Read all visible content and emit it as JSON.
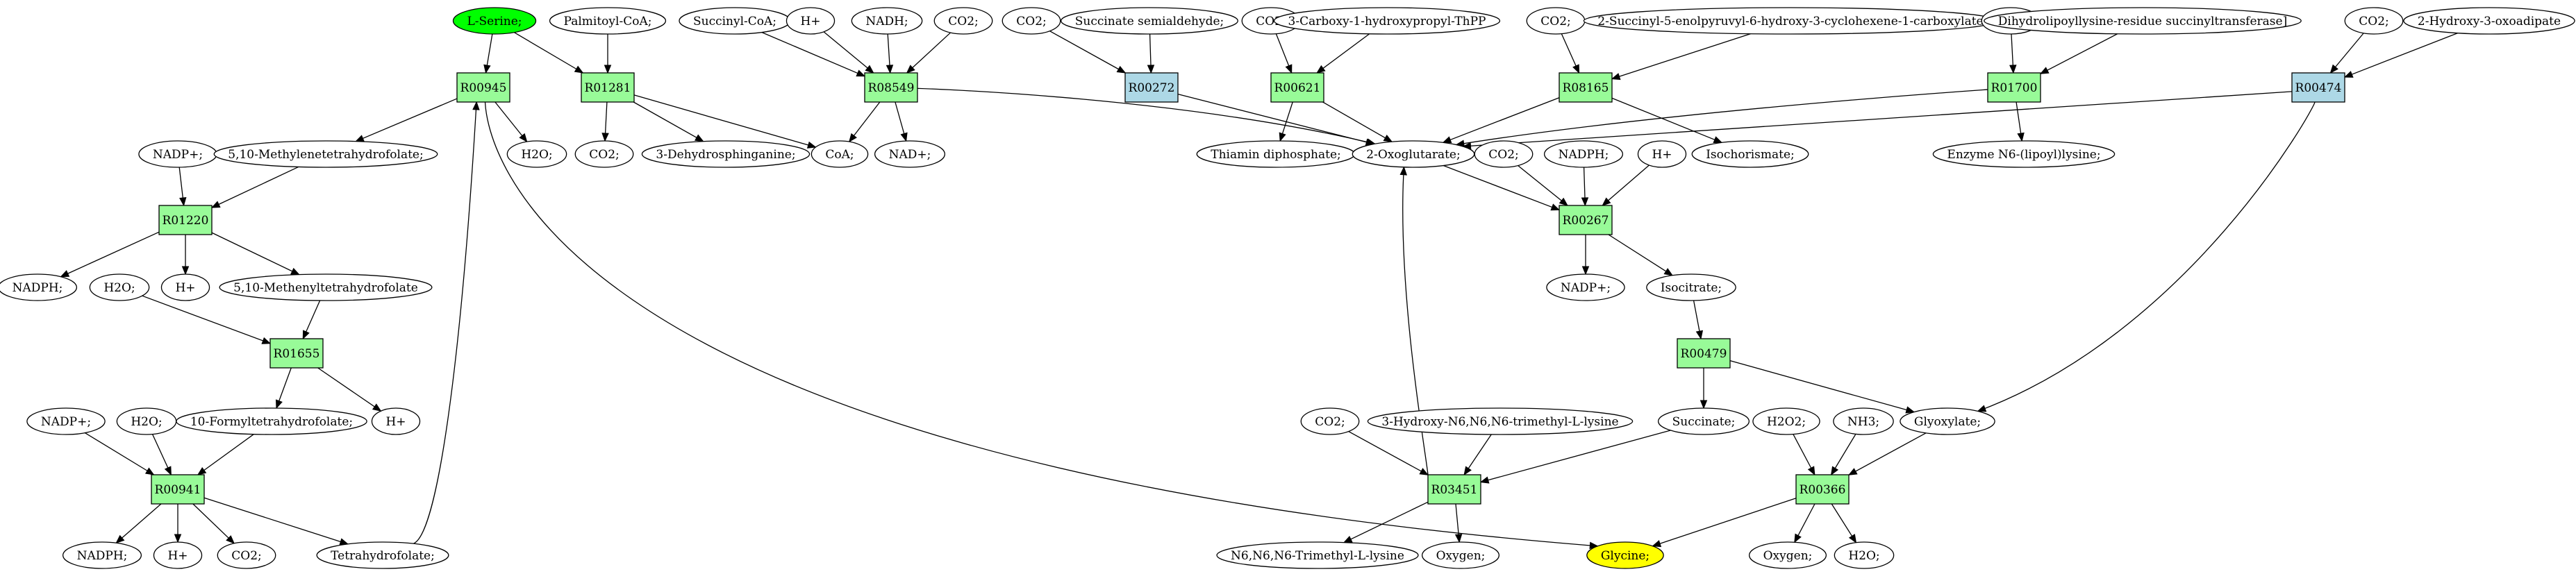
{
  "colors": {
    "reaction": "#98fb98",
    "reaction_alt": "#add8e6",
    "source": "#00ff00",
    "target": "#ffff00",
    "compound": "#ffffff"
  },
  "nodes": [
    {
      "id": "serine",
      "label": "L-Serine;",
      "kind": "ellipse",
      "fill": "source"
    },
    {
      "id": "palmitoyl",
      "label": "Palmitoyl-CoA;",
      "kind": "ellipse",
      "fill": "compound"
    },
    {
      "id": "succinyl_coa",
      "label": "Succinyl-CoA;",
      "kind": "ellipse",
      "fill": "compound"
    },
    {
      "id": "hplus_top",
      "label": "H+",
      "kind": "ellipse",
      "fill": "compound"
    },
    {
      "id": "nadh_top",
      "label": "NADH;",
      "kind": "ellipse",
      "fill": "compound"
    },
    {
      "id": "co2_a",
      "label": "CO2;",
      "kind": "ellipse",
      "fill": "compound"
    },
    {
      "id": "co2_b",
      "label": "CO2;",
      "kind": "ellipse",
      "fill": "compound"
    },
    {
      "id": "succ_semi",
      "label": "Succinate semialdehyde;",
      "kind": "ellipse",
      "fill": "compound"
    },
    {
      "id": "co2_c",
      "label": "CO2;",
      "kind": "ellipse",
      "fill": "compound"
    },
    {
      "id": "carboxy_thpp",
      "label": "3-Carboxy-1-hydroxypropyl-ThPP",
      "kind": "ellipse",
      "fill": "compound"
    },
    {
      "id": "co2_d",
      "label": "CO2;",
      "kind": "ellipse",
      "fill": "compound"
    },
    {
      "id": "succinyl_enol",
      "label": "2-Succinyl-5-enolpyruvyl-6-hydroxy-3-cyclohexene-1-carboxylate",
      "kind": "ellipse",
      "fill": "compound"
    },
    {
      "id": "co2_e",
      "label": "CO2;",
      "kind": "ellipse",
      "fill": "compound"
    },
    {
      "id": "dihydrolipoyl",
      "label": "Dihydrolipoyllysine-residue succinyltransferase]",
      "kind": "ellipse",
      "fill": "compound"
    },
    {
      "id": "co2_f",
      "label": "CO2;",
      "kind": "ellipse",
      "fill": "compound"
    },
    {
      "id": "hydroxy_oxoadipate",
      "label": "2-Hydroxy-3-oxoadipate",
      "kind": "ellipse",
      "fill": "compound"
    },
    {
      "id": "R00945",
      "label": "R00945",
      "kind": "box",
      "fill": "reaction"
    },
    {
      "id": "R01281",
      "label": "R01281",
      "kind": "box",
      "fill": "reaction"
    },
    {
      "id": "R08549",
      "label": "R08549",
      "kind": "box",
      "fill": "reaction"
    },
    {
      "id": "R00272",
      "label": "R00272",
      "kind": "box",
      "fill": "reaction_alt"
    },
    {
      "id": "R00621",
      "label": "R00621",
      "kind": "box",
      "fill": "reaction"
    },
    {
      "id": "R08165",
      "label": "R08165",
      "kind": "box",
      "fill": "reaction"
    },
    {
      "id": "R01700",
      "label": "R01700",
      "kind": "box",
      "fill": "reaction"
    },
    {
      "id": "R00474",
      "label": "R00474",
      "kind": "box",
      "fill": "reaction_alt"
    },
    {
      "id": "nadp_1",
      "label": "NADP+;",
      "kind": "ellipse",
      "fill": "compound"
    },
    {
      "id": "methylene_thf",
      "label": "5,10-Methylenetetrahydrofolate;",
      "kind": "ellipse",
      "fill": "compound"
    },
    {
      "id": "h2o_1",
      "label": "H2O;",
      "kind": "ellipse",
      "fill": "compound"
    },
    {
      "id": "co2_g",
      "label": "CO2;",
      "kind": "ellipse",
      "fill": "compound"
    },
    {
      "id": "dehydrosphinganine",
      "label": "3-Dehydrosphinganine;",
      "kind": "ellipse",
      "fill": "compound"
    },
    {
      "id": "coa",
      "label": "CoA;",
      "kind": "ellipse",
      "fill": "compound"
    },
    {
      "id": "nadplus_top",
      "label": "NAD+;",
      "kind": "ellipse",
      "fill": "compound"
    },
    {
      "id": "thiamin",
      "label": "Thiamin diphosphate;",
      "kind": "ellipse",
      "fill": "compound"
    },
    {
      "id": "oxoglutarate",
      "label": "2-Oxoglutarate;",
      "kind": "ellipse",
      "fill": "compound"
    },
    {
      "id": "co2_h",
      "label": "CO2;",
      "kind": "ellipse",
      "fill": "compound"
    },
    {
      "id": "nadph_mid",
      "label": "NADPH;",
      "kind": "ellipse",
      "fill": "compound"
    },
    {
      "id": "hplus_mid",
      "label": "H+",
      "kind": "ellipse",
      "fill": "compound"
    },
    {
      "id": "isochorismate",
      "label": "Isochorismate;",
      "kind": "ellipse",
      "fill": "compound"
    },
    {
      "id": "enzyme_lipoyl",
      "label": "Enzyme N6-(lipoyl)lysine;",
      "kind": "ellipse",
      "fill": "compound"
    },
    {
      "id": "R01220",
      "label": "R01220",
      "kind": "box",
      "fill": "reaction"
    },
    {
      "id": "R00267",
      "label": "R00267",
      "kind": "box",
      "fill": "reaction"
    },
    {
      "id": "nadph_2",
      "label": "NADPH;",
      "kind": "ellipse",
      "fill": "compound"
    },
    {
      "id": "hplus_2",
      "label": "H+",
      "kind": "ellipse",
      "fill": "compound"
    },
    {
      "id": "methenyl_thf",
      "label": "5,10-Methenyltetrahydrofolate",
      "kind": "ellipse",
      "fill": "compound"
    },
    {
      "id": "h2o_2",
      "label": "H2O;",
      "kind": "ellipse",
      "fill": "compound"
    },
    {
      "id": "nadp_2",
      "label": "NADP+;",
      "kind": "ellipse",
      "fill": "compound"
    },
    {
      "id": "isocitrate",
      "label": "Isocitrate;",
      "kind": "ellipse",
      "fill": "compound"
    },
    {
      "id": "R01655",
      "label": "R01655",
      "kind": "box",
      "fill": "reaction"
    },
    {
      "id": "R00479",
      "label": "R00479",
      "kind": "box",
      "fill": "reaction"
    },
    {
      "id": "nadp_3",
      "label": "NADP+;",
      "kind": "ellipse",
      "fill": "compound"
    },
    {
      "id": "h2o_3",
      "label": "H2O;",
      "kind": "ellipse",
      "fill": "compound"
    },
    {
      "id": "formyl_thf",
      "label": "10-Formyltetrahydrofolate;",
      "kind": "ellipse",
      "fill": "compound"
    },
    {
      "id": "hplus_3",
      "label": "H+",
      "kind": "ellipse",
      "fill": "compound"
    },
    {
      "id": "co2_i",
      "label": "CO2;",
      "kind": "ellipse",
      "fill": "compound"
    },
    {
      "id": "hydroxy_trimethyl",
      "label": "3-Hydroxy-N6,N6,N6-trimethyl-L-lysine",
      "kind": "ellipse",
      "fill": "compound"
    },
    {
      "id": "succinate",
      "label": "Succinate;",
      "kind": "ellipse",
      "fill": "compound"
    },
    {
      "id": "h2o2",
      "label": "H2O2;",
      "kind": "ellipse",
      "fill": "compound"
    },
    {
      "id": "nh3",
      "label": "NH3;",
      "kind": "ellipse",
      "fill": "compound"
    },
    {
      "id": "glyoxylate",
      "label": "Glyoxylate;",
      "kind": "ellipse",
      "fill": "compound"
    },
    {
      "id": "R00941",
      "label": "R00941",
      "kind": "box",
      "fill": "reaction"
    },
    {
      "id": "R03451",
      "label": "R03451",
      "kind": "box",
      "fill": "reaction"
    },
    {
      "id": "R00366",
      "label": "R00366",
      "kind": "box",
      "fill": "reaction"
    },
    {
      "id": "nadph_4",
      "label": "NADPH;",
      "kind": "ellipse",
      "fill": "compound"
    },
    {
      "id": "hplus_4",
      "label": "H+",
      "kind": "ellipse",
      "fill": "compound"
    },
    {
      "id": "co2_j",
      "label": "CO2;",
      "kind": "ellipse",
      "fill": "compound"
    },
    {
      "id": "thf",
      "label": "Tetrahydrofolate;",
      "kind": "ellipse",
      "fill": "compound"
    },
    {
      "id": "trimethyl_lysine",
      "label": "N6,N6,N6-Trimethyl-L-lysine",
      "kind": "ellipse",
      "fill": "compound"
    },
    {
      "id": "oxygen_1",
      "label": "Oxygen;",
      "kind": "ellipse",
      "fill": "compound"
    },
    {
      "id": "glycine",
      "label": "Glycine;",
      "kind": "ellipse",
      "fill": "target"
    },
    {
      "id": "oxygen_2",
      "label": "Oxygen;",
      "kind": "ellipse",
      "fill": "compound"
    },
    {
      "id": "h2o_4",
      "label": "H2O;",
      "kind": "ellipse",
      "fill": "compound"
    }
  ],
  "edges": [
    [
      "serine",
      "R00945"
    ],
    [
      "serine",
      "R01281"
    ],
    [
      "palmitoyl",
      "R01281"
    ],
    [
      "succinyl_coa",
      "R08549"
    ],
    [
      "hplus_top",
      "R08549"
    ],
    [
      "nadh_top",
      "R08549"
    ],
    [
      "co2_a",
      "R08549"
    ],
    [
      "succ_semi",
      "R00272"
    ],
    [
      "co2_b",
      "R00272"
    ],
    [
      "co2_c",
      "R00621"
    ],
    [
      "carboxy_thpp",
      "R00621"
    ],
    [
      "co2_d",
      "R08165"
    ],
    [
      "succinyl_enol",
      "R08165"
    ],
    [
      "co2_e",
      "R01700"
    ],
    [
      "dihydrolipoyl",
      "R01700"
    ],
    [
      "co2_f",
      "R00474"
    ],
    [
      "hydroxy_oxoadipate",
      "R00474"
    ],
    [
      "R00945",
      "methylene_thf"
    ],
    [
      "R00945",
      "h2o_1"
    ],
    [
      "R00945",
      "glycine"
    ],
    [
      "R01281",
      "co2_g"
    ],
    [
      "R01281",
      "dehydrosphinganine"
    ],
    [
      "R01281",
      "coa"
    ],
    [
      "R08549",
      "coa"
    ],
    [
      "R08549",
      "nadplus_top"
    ],
    [
      "R08549",
      "oxoglutarate"
    ],
    [
      "R00272",
      "oxoglutarate"
    ],
    [
      "R00621",
      "thiamin"
    ],
    [
      "R00621",
      "oxoglutarate"
    ],
    [
      "R08165",
      "oxoglutarate"
    ],
    [
      "R08165",
      "isochorismate"
    ],
    [
      "R01700",
      "oxoglutarate"
    ],
    [
      "R01700",
      "enzyme_lipoyl"
    ],
    [
      "R00474",
      "oxoglutarate"
    ],
    [
      "R00474",
      "glyoxylate"
    ],
    [
      "nadp_1",
      "R01220"
    ],
    [
      "methylene_thf",
      "R01220"
    ],
    [
      "R01220",
      "nadph_2"
    ],
    [
      "R01220",
      "hplus_2"
    ],
    [
      "R01220",
      "methenyl_thf"
    ],
    [
      "oxoglutarate",
      "R00267"
    ],
    [
      "co2_h",
      "R00267"
    ],
    [
      "nadph_mid",
      "R00267"
    ],
    [
      "hplus_mid",
      "R00267"
    ],
    [
      "R00267",
      "nadp_2"
    ],
    [
      "R00267",
      "isocitrate"
    ],
    [
      "h2o_2",
      "R01655"
    ],
    [
      "methenyl_thf",
      "R01655"
    ],
    [
      "R01655",
      "formyl_thf"
    ],
    [
      "R01655",
      "hplus_3"
    ],
    [
      "isocitrate",
      "R00479"
    ],
    [
      "R00479",
      "succinate"
    ],
    [
      "R00479",
      "glyoxylate"
    ],
    [
      "nadp_3",
      "R00941"
    ],
    [
      "h2o_3",
      "R00941"
    ],
    [
      "formyl_thf",
      "R00941"
    ],
    [
      "R00941",
      "nadph_4"
    ],
    [
      "R00941",
      "hplus_4"
    ],
    [
      "R00941",
      "co2_j"
    ],
    [
      "R00941",
      "thf"
    ],
    [
      "thf",
      "R00945"
    ],
    [
      "co2_i",
      "R03451"
    ],
    [
      "hydroxy_trimethyl",
      "R03451"
    ],
    [
      "succinate",
      "R03451"
    ],
    [
      "R03451",
      "trimethyl_lysine"
    ],
    [
      "R03451",
      "oxygen_1"
    ],
    [
      "R03451",
      "oxoglutarate"
    ],
    [
      "h2o2",
      "R00366"
    ],
    [
      "nh3",
      "R00366"
    ],
    [
      "glyoxylate",
      "R00366"
    ],
    [
      "R00366",
      "glycine"
    ],
    [
      "R00366",
      "oxygen_2"
    ],
    [
      "R00366",
      "h2o_4"
    ]
  ]
}
